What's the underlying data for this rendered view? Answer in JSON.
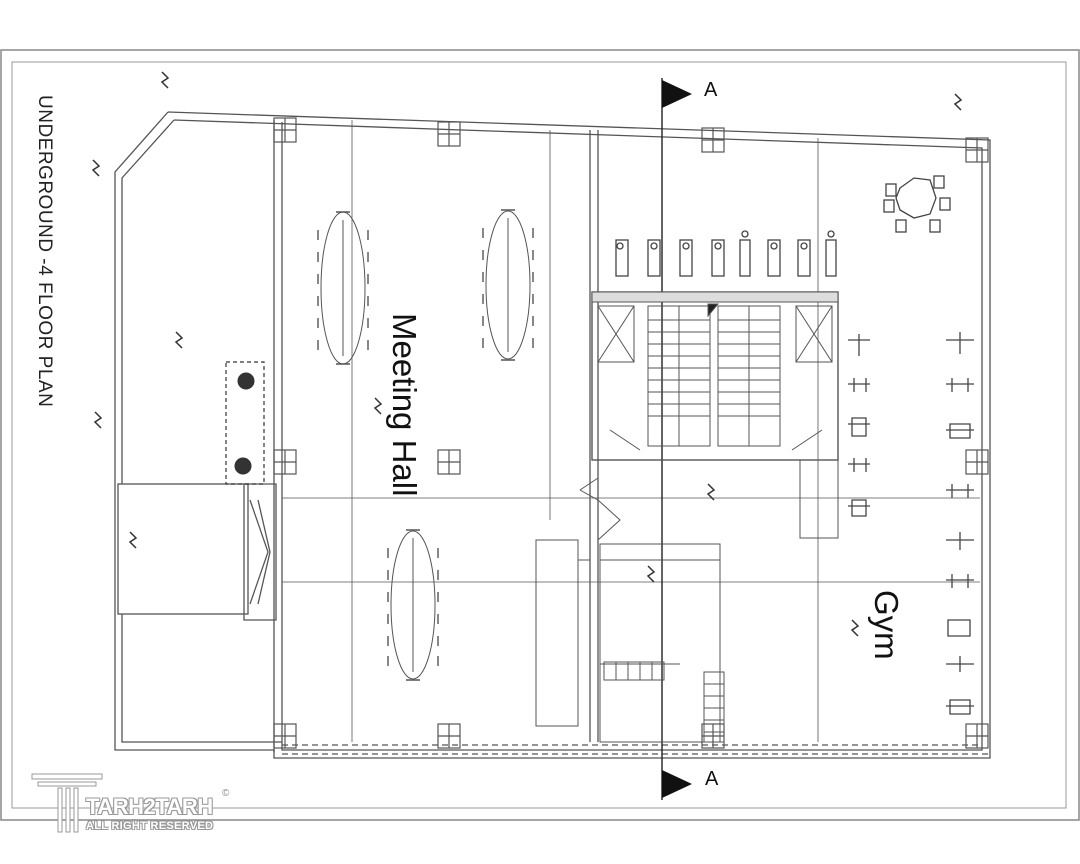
{
  "drawing": {
    "title": "UNDERGROUND -4 FLOOR PLAN",
    "rooms": [
      {
        "id": "meeting-hall",
        "label": "Meeting Hall"
      },
      {
        "id": "gym",
        "label": "Gym"
      }
    ],
    "section_marker": "A"
  },
  "watermark": {
    "brand": "TARH2TARH",
    "symbol": "©",
    "rights": "ALL RIGHT RESERVED"
  },
  "colors": {
    "line": "#555555",
    "fixture": "#666666",
    "background": "#ffffff",
    "watermark_outline": "#999999"
  }
}
